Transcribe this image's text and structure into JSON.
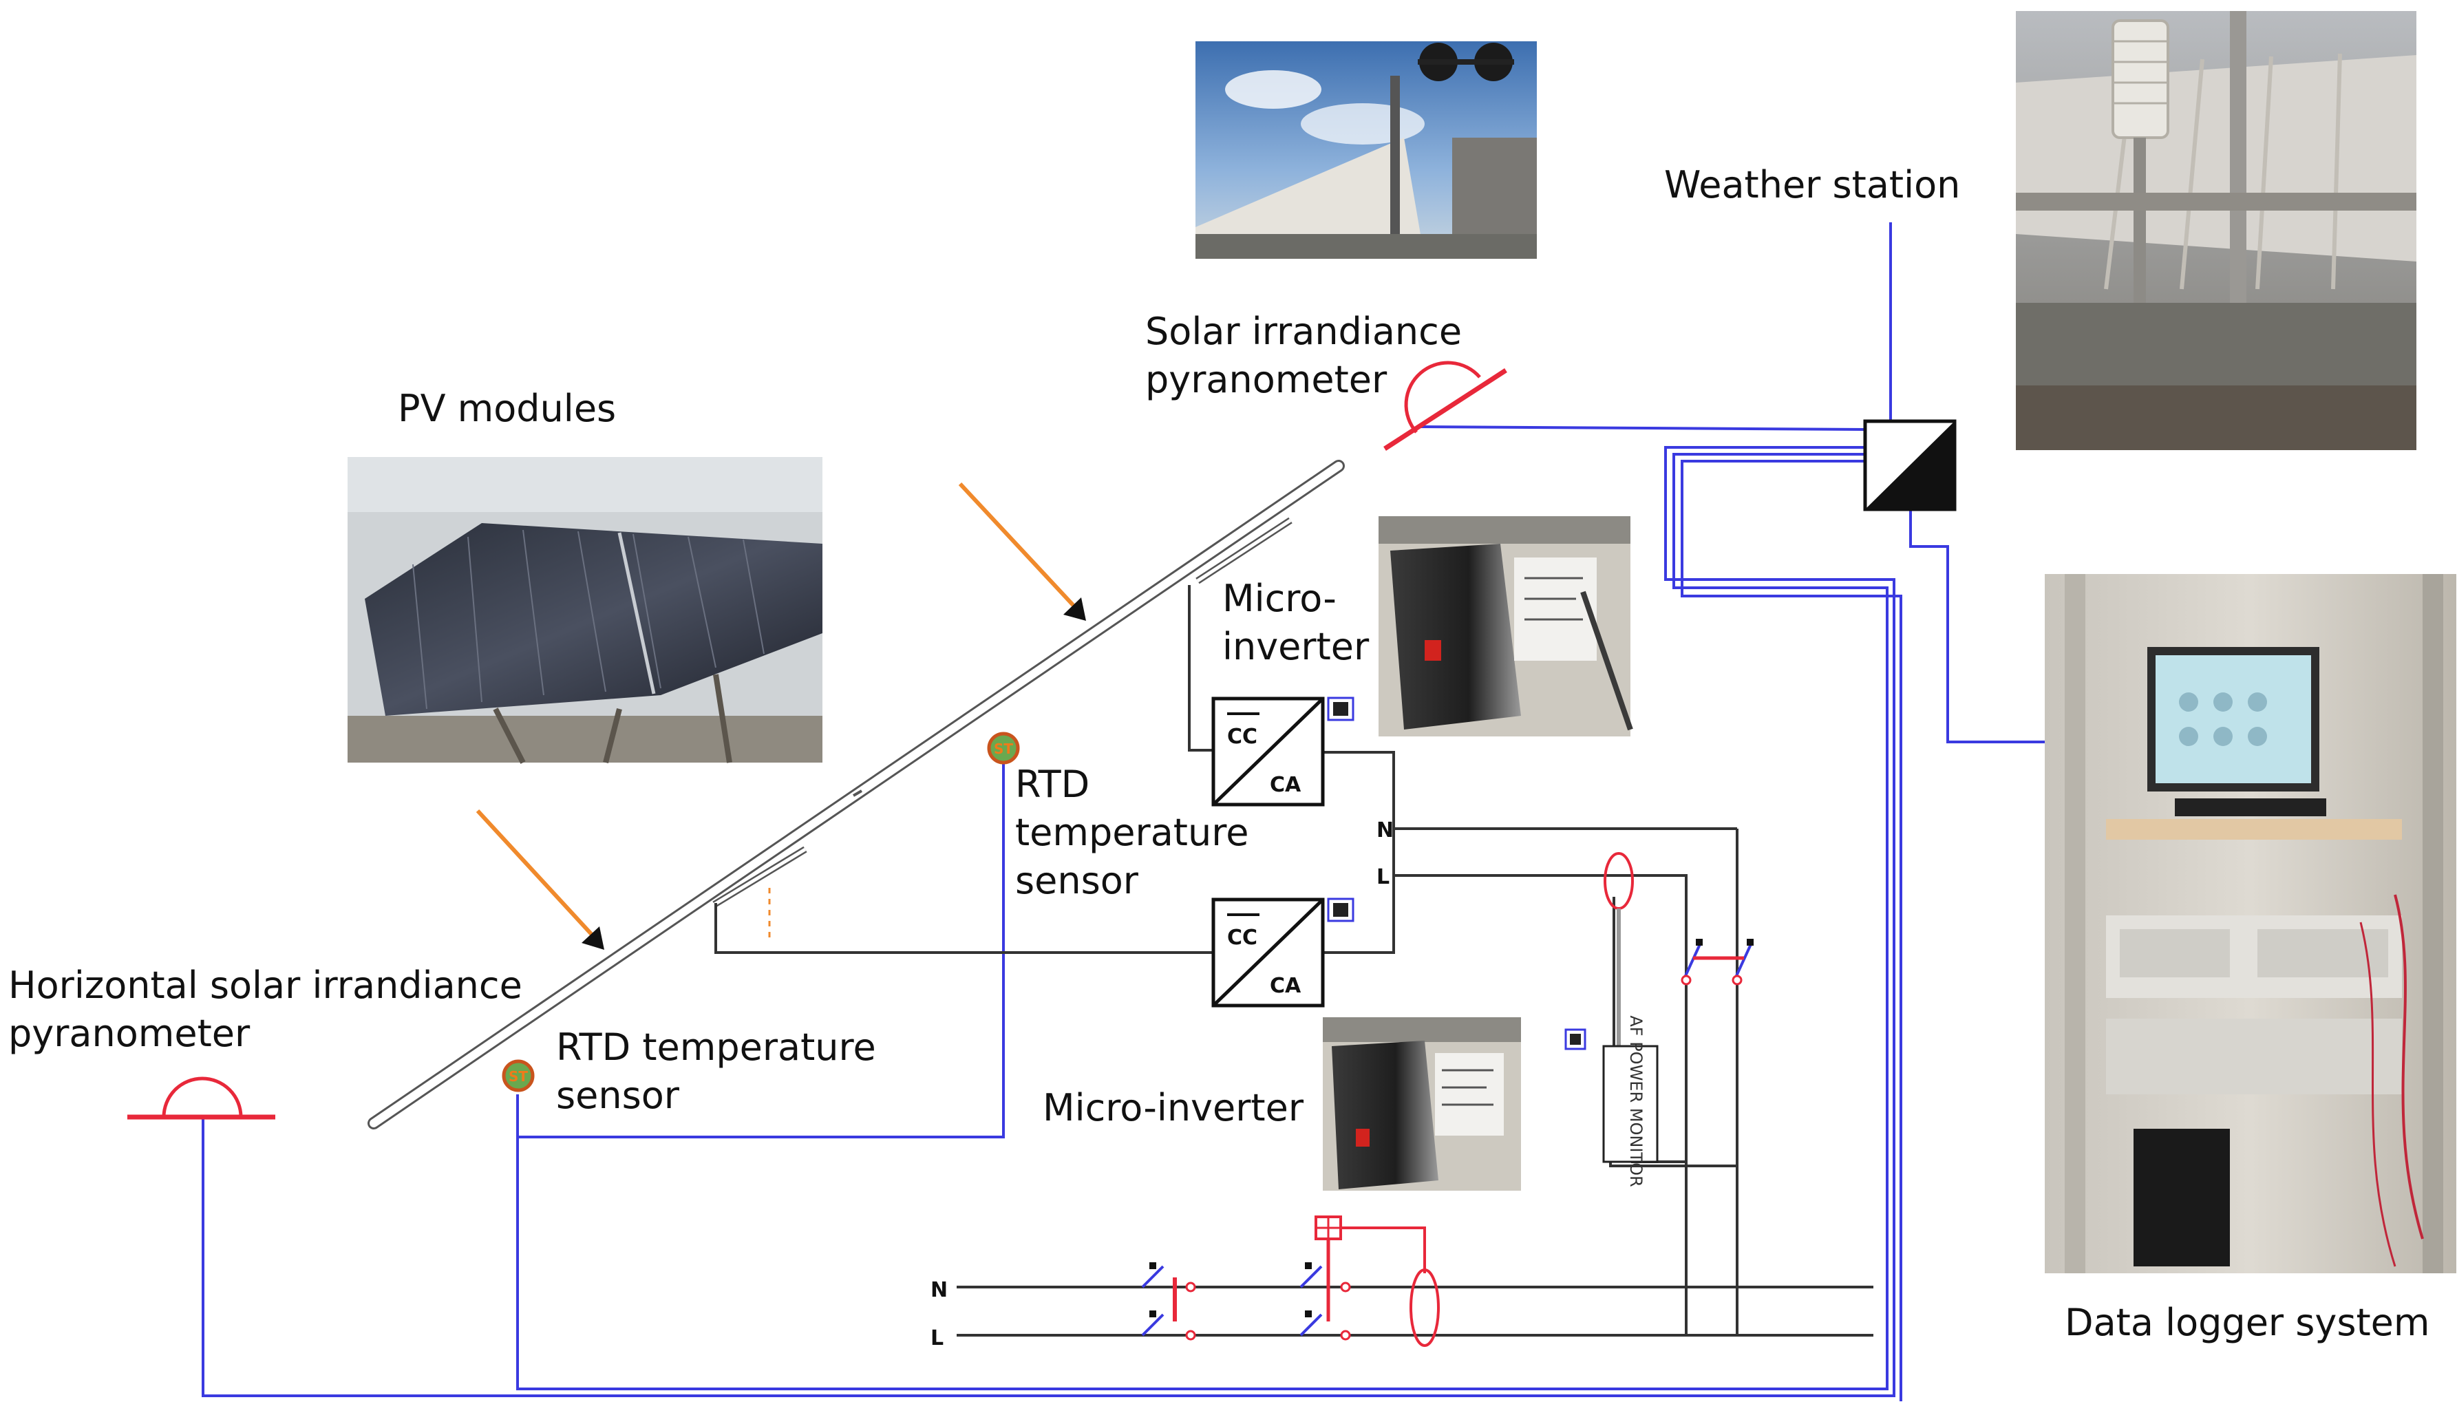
{
  "labels": {
    "weather_station": "Weather station",
    "solar_pyranometer_line1": "Solar  irrandiance",
    "solar_pyranometer_line2": "pyranometer",
    "pv_modules": "PV modules",
    "micro_inverter_top_line1": "Micro-",
    "micro_inverter_top_line2": "inverter",
    "rtd_upper_line1": "RTD",
    "rtd_upper_line2": "temperature",
    "rtd_upper_line3": "sensor",
    "horizontal_pyranometer_line1": "Horizontal solar irrandiance",
    "horizontal_pyranometer_line2": "pyranometer",
    "rtd_lower_line1": "RTD temperature",
    "rtd_lower_line2": "sensor",
    "micro_inverter_bottom": "Micro-inverter",
    "data_logger": "Data logger system"
  },
  "inverter_symbols": {
    "top_dc": "CC",
    "top_ac": "CA",
    "bottom_dc": "CC",
    "bottom_ac": "CA"
  },
  "terminals": {
    "inverter_n": "N",
    "inverter_l": "L",
    "grid_n": "N",
    "grid_l": "L"
  },
  "sensor_marks": {
    "rtd_upper": "ST",
    "rtd_lower": "ST"
  },
  "meter_text": "AF POWER MONITOR",
  "colors": {
    "signal_wire": "#3a3ae0",
    "pyranometer": "#e8283a",
    "arrow": "#f08a2c",
    "power_wire": "#333333",
    "rtd_sensor": "#6aa84f"
  }
}
